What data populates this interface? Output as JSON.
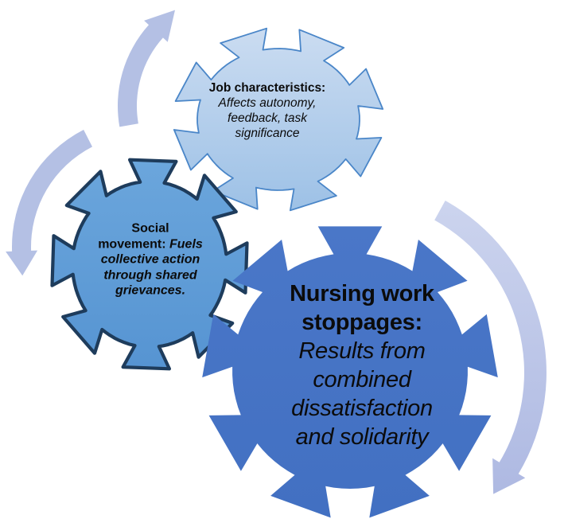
{
  "diagram": {
    "background": "#ffffff",
    "text_color": "#0b0b0b",
    "gears": [
      {
        "name": "job-characteristics-gear",
        "fill_top": "#cbdcf1",
        "fill_bottom": "#9dc1e6",
        "stroke": "#4a86c8",
        "lines": [
          {
            "segments": [
              {
                "text": "Job characteristics:",
                "style": "bold"
              }
            ]
          },
          {
            "segments": [
              {
                "text": "Affects autonomy,",
                "style": "italic"
              }
            ]
          },
          {
            "segments": [
              {
                "text": "feedback, task",
                "style": "italic"
              }
            ]
          },
          {
            "segments": [
              {
                "text": "significance",
                "style": "italic"
              }
            ]
          }
        ]
      },
      {
        "name": "social-movement-gear",
        "fill_top": "#6ba6dc",
        "fill_bottom": "#5694d2",
        "stroke": "#1e3c5c",
        "lines": [
          {
            "segments": [
              {
                "text": "Social",
                "style": "bold"
              }
            ]
          },
          {
            "segments": [
              {
                "text": "movement:",
                "style": "bold"
              },
              {
                "text": " Fuels",
                "style": "bold-italic"
              }
            ]
          },
          {
            "segments": [
              {
                "text": "collective action",
                "style": "bold-italic"
              }
            ]
          },
          {
            "segments": [
              {
                "text": "through shared",
                "style": "bold-italic"
              }
            ]
          },
          {
            "segments": [
              {
                "text": "grievances.",
                "style": "bold-italic"
              }
            ]
          }
        ]
      },
      {
        "name": "nursing-work-stoppages-gear",
        "fill_top": "#4a77c8",
        "fill_bottom": "#4270c2",
        "stroke": "none",
        "lines": [
          {
            "segments": [
              {
                "text": "Nursing work",
                "style": "bold"
              }
            ]
          },
          {
            "segments": [
              {
                "text": "stoppages:",
                "style": "bold"
              }
            ]
          },
          {
            "segments": [
              {
                "text": "Results from",
                "style": "italic"
              }
            ]
          },
          {
            "segments": [
              {
                "text": "combined",
                "style": "italic"
              }
            ]
          },
          {
            "segments": [
              {
                "text": "dissatisfaction",
                "style": "italic"
              }
            ]
          },
          {
            "segments": [
              {
                "text": "and solidarity",
                "style": "italic"
              }
            ]
          }
        ]
      }
    ],
    "arrows": [
      {
        "name": "curved-arrow-upper-left",
        "fill": "#b4c0e4"
      },
      {
        "name": "curved-arrow-left",
        "fill": "#b4c0e4"
      },
      {
        "name": "curved-arrow-right",
        "fill_top": "#ccd4ee",
        "fill_bottom": "#aeb9e2"
      }
    ]
  }
}
